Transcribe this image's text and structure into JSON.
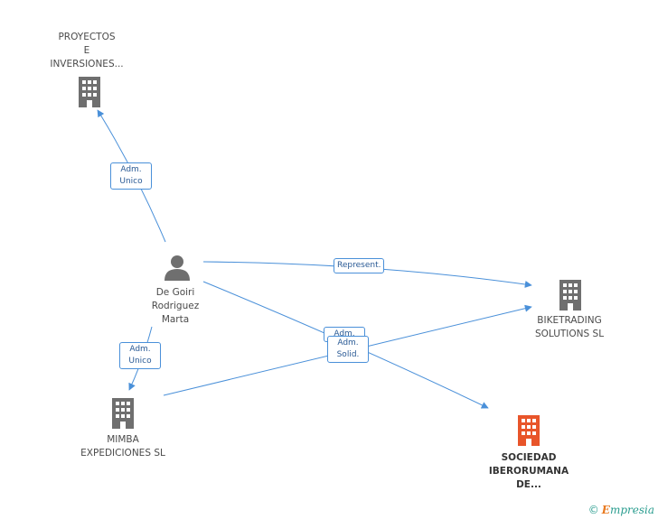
{
  "nodes": {
    "proyectos": {
      "lines": [
        "PROYECTOS",
        "E",
        "INVERSIONES..."
      ],
      "icon": "building-icon"
    },
    "person": {
      "lines": [
        "De Goiri",
        "Rodriguez",
        "Marta"
      ],
      "icon": "person-icon"
    },
    "biketrading": {
      "lines": [
        "BIKETRADING",
        "SOLUTIONS  SL"
      ],
      "icon": "building-icon"
    },
    "mimba": {
      "lines": [
        "MIMBA",
        "EXPEDICIONES SL"
      ],
      "icon": "building-icon"
    },
    "sociedad": {
      "lines": [
        "SOCIEDAD",
        "IBERORUMANA",
        "DE..."
      ],
      "icon": "building-icon"
    }
  },
  "edges": {
    "adm_unico_1": [
      "Adm.",
      "Unico"
    ],
    "adm_unico_2": [
      "Adm.",
      "Unico"
    ],
    "represent": [
      "Represent."
    ],
    "adm_solid_back": [
      "Adm.",
      ""
    ],
    "adm_solid": [
      "Adm.",
      "Solid."
    ]
  },
  "footer": {
    "copyright": "©",
    "brand_e": "E",
    "brand_rest": "mpresia"
  },
  "colors": {
    "edge": "#4a90d9",
    "building": "#6f6f6f",
    "building_highlight": "#e8552a",
    "person": "#6f6f6f"
  }
}
